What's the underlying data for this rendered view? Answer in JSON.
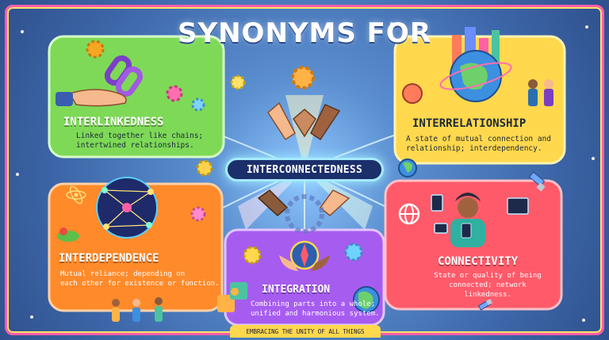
{
  "title": "SYNONYMS FOR",
  "center": "INTERCONNECTEDNESS",
  "footer": "EMBRACING THE UNITY OF ALL THINGS",
  "cards": {
    "interlinkedness": {
      "title": "INTERLINKEDNESS",
      "desc_line1": "Linked together like chains;",
      "desc_line2": "intertwined relationships."
    },
    "interrelationship": {
      "title": "INTERRELATIONSHIP",
      "desc_line1": "A state of mutual connection and",
      "desc_line2": "relationship; interdependency."
    },
    "interdependence": {
      "title": "INTERDEPENDENCE",
      "desc_line1": "Mutual reliance; depending on",
      "desc_line2": "each other for existence or function."
    },
    "integration": {
      "title": "INTEGRATION",
      "desc_line1": "Combining parts into a whole;",
      "desc_line2": "unified and harmonious system."
    },
    "connectivity": {
      "title": "CONNECTIVITY",
      "desc_line1": "State or quality of being",
      "desc_line2": "connected; network linkedness."
    }
  },
  "colors": {
    "interlinkedness": "#7ed957",
    "interrelationship": "#ffd84d",
    "interdependence": "#ff8a2a",
    "integration": "#a75cf0",
    "connectivity": "#ff5a6a",
    "center_bg": "#1b2f6b",
    "frame": "#ff5fa8"
  },
  "icons": [
    "chain-link-icon",
    "hand-icon",
    "gear-icon",
    "globe-icon",
    "city-icon",
    "handshake-icon",
    "network-icon",
    "puzzle-icon",
    "compass-icon",
    "satellite-icon",
    "person-with-phone-icon",
    "wifi-globe-icon"
  ]
}
